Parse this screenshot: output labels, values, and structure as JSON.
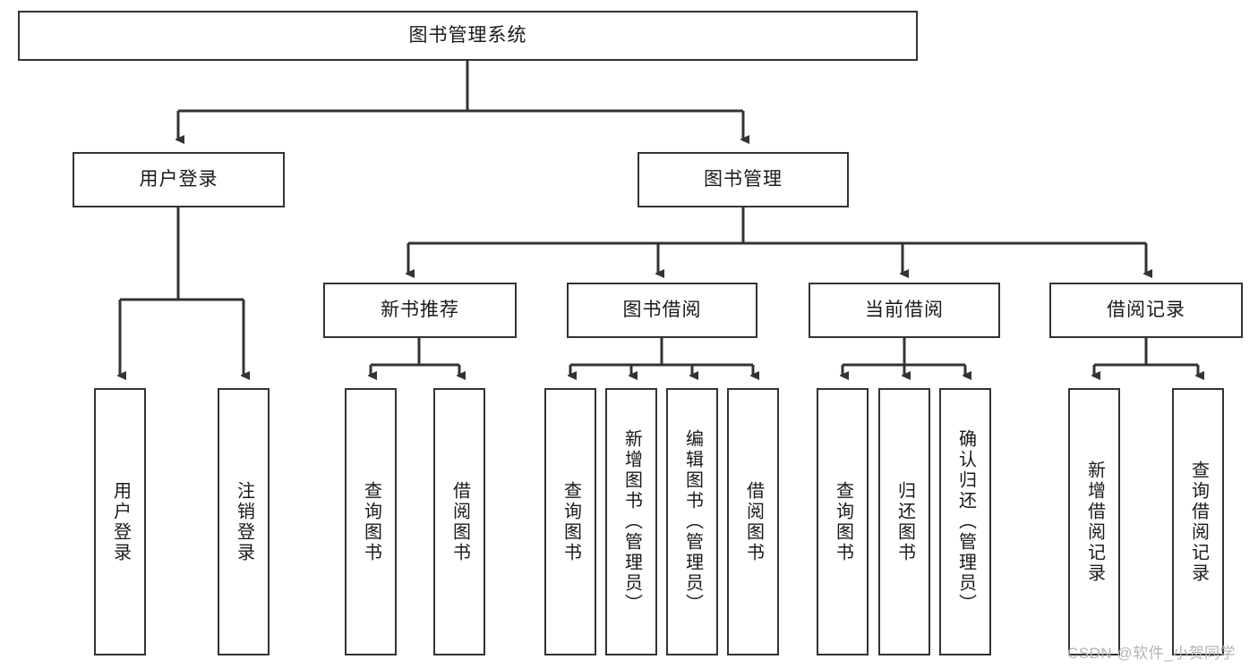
{
  "diagram": {
    "title_node": {
      "label": "图书管理系统"
    },
    "level2": [
      {
        "id": "user-login",
        "label": "用户登录"
      },
      {
        "id": "book-manage",
        "label": "图书管理"
      }
    ],
    "level3": [
      {
        "id": "new-book-recommend",
        "label": "新书推荐"
      },
      {
        "id": "book-borrow",
        "label": "图书借阅"
      },
      {
        "id": "current-borrow",
        "label": "当前借阅"
      },
      {
        "id": "borrow-record",
        "label": "借阅记录"
      }
    ],
    "leaves": [
      {
        "id": "leaf-user-login",
        "label": "用户登录",
        "parent": "user-login"
      },
      {
        "id": "leaf-logout",
        "label": "注销登录",
        "parent": "user-login"
      },
      {
        "id": "leaf-query-book-1",
        "label": "查询图书",
        "parent": "new-book-recommend"
      },
      {
        "id": "leaf-borrow-book-1",
        "label": "借阅图书",
        "parent": "new-book-recommend"
      },
      {
        "id": "leaf-query-book-2",
        "label": "查询图书",
        "parent": "book-borrow"
      },
      {
        "id": "leaf-add-book",
        "label": "新增图书（管理员）",
        "parent": "book-borrow"
      },
      {
        "id": "leaf-edit-book",
        "label": "编辑图书（管理员）",
        "parent": "book-borrow"
      },
      {
        "id": "leaf-borrow-book-2",
        "label": "借阅图书",
        "parent": "book-borrow"
      },
      {
        "id": "leaf-query-book-3",
        "label": "查询图书",
        "parent": "current-borrow"
      },
      {
        "id": "leaf-return-book",
        "label": "归还图书",
        "parent": "current-borrow"
      },
      {
        "id": "leaf-confirm-return",
        "label": "确认归还（管理员）",
        "parent": "current-borrow"
      },
      {
        "id": "leaf-add-record",
        "label": "新增借阅记录",
        "parent": "borrow-record"
      },
      {
        "id": "leaf-query-record",
        "label": "查询借阅记录",
        "parent": "borrow-record"
      }
    ],
    "colors": {
      "stroke": "#333333",
      "fill": "#ffffff",
      "text": "#1a1a1a",
      "watermark": "#b4b4b4"
    }
  },
  "watermark": {
    "text": "CSDN @软件_小贺同学"
  }
}
